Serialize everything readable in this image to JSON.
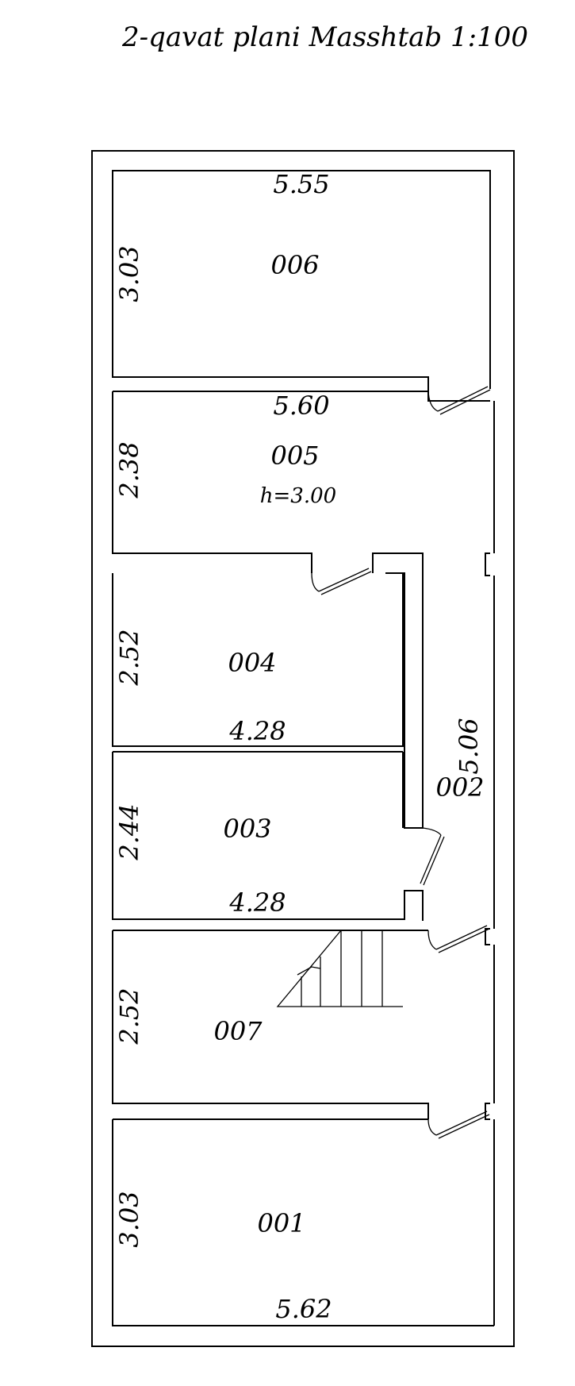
{
  "title": "2-qavat plani Masshtab 1:100",
  "rooms": [
    {
      "id": "006",
      "width": "5.55",
      "height": "3.03"
    },
    {
      "id": "005",
      "width": "5.60",
      "height": "2.38",
      "ceiling": "h=3.00"
    },
    {
      "id": "004",
      "width": "4.28",
      "height": "2.52"
    },
    {
      "id": "003",
      "width": "4.28",
      "height": "2.44"
    },
    {
      "id": "007",
      "height": "2.52"
    },
    {
      "id": "001",
      "width": "5.62",
      "height": "3.03"
    },
    {
      "id": "002",
      "length": "5.06"
    }
  ]
}
